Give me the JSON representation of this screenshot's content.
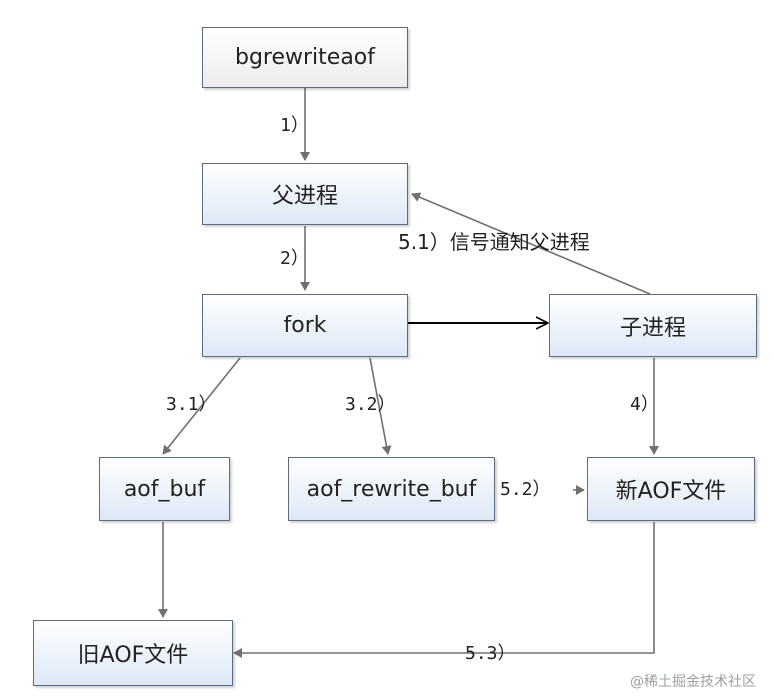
{
  "nodes": {
    "bgrewriteaof": "bgrewriteaof",
    "parent": "父进程",
    "fork": "fork",
    "child": "子进程",
    "aof_buf": "aof_buf",
    "aof_rewrite_buf": "aof_rewrite_buf",
    "new_aof": "新AOF文件",
    "old_aof": "旧AOF文件"
  },
  "edges": {
    "e1": "1）",
    "e2": "2）",
    "e31": "3.1）",
    "e32": "3.2）",
    "e4": "4）",
    "e51": "5.1）信号通知父进程",
    "e52": "5.2）",
    "e53": "5.3）"
  },
  "watermark": "@稀土掘金技术社区",
  "colors": {
    "box_border": "#5d6b80",
    "box_fill_blue": "#dde8f6",
    "box_fill_gray": "#ececec",
    "arrow": "#707070",
    "fork_arrow": "#000000"
  }
}
